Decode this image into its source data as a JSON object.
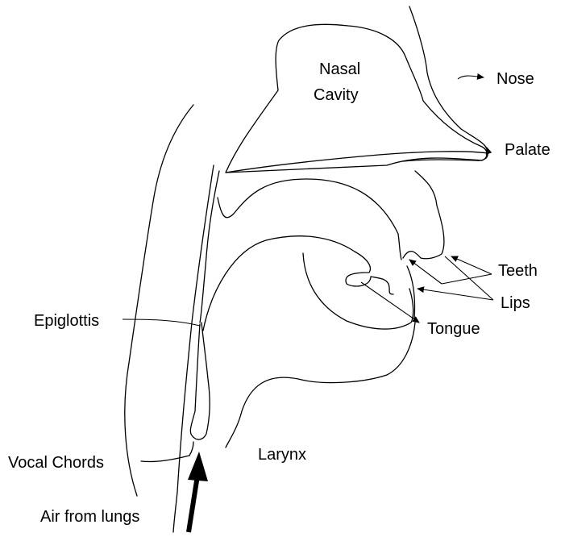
{
  "labels": {
    "nasal_cavity_line1": "Nasal",
    "nasal_cavity_line2": "Cavity",
    "nose": "Nose",
    "palate": "Palate",
    "teeth": "Teeth",
    "lips": "Lips",
    "tongue": "Tongue",
    "epiglottis": "Epiglottis",
    "larynx": "Larynx",
    "vocal_chords": "Vocal Chords",
    "air_from_lungs": "Air from lungs"
  },
  "colors": {
    "ink": "#000000",
    "background": "#ffffff"
  }
}
